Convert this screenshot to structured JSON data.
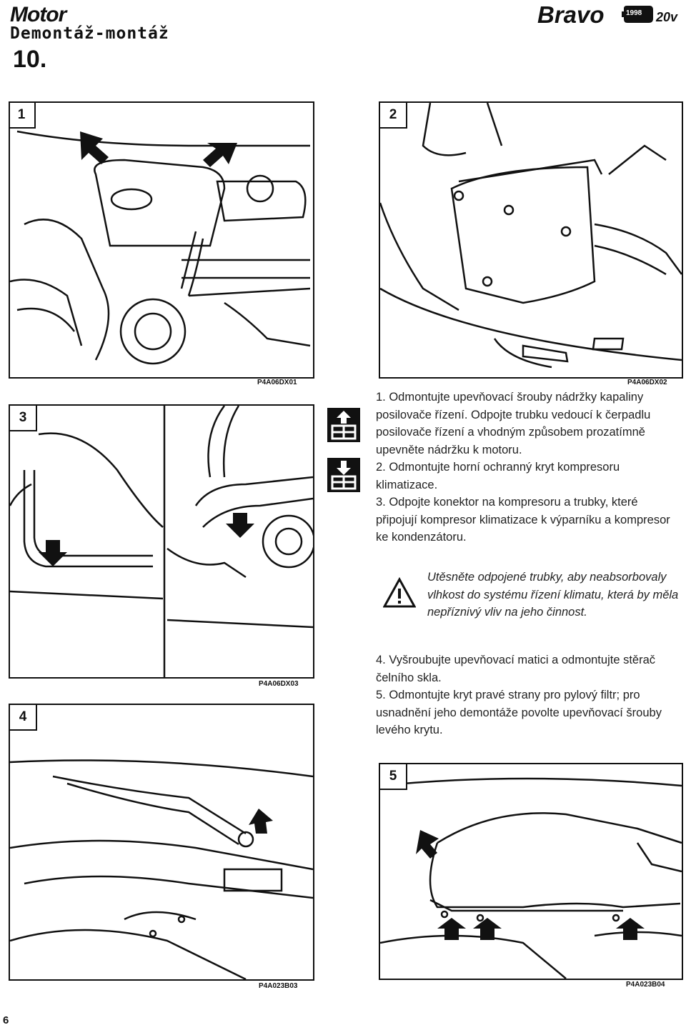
{
  "header": {
    "section": "Motor",
    "subtitle": "Demontáž-montáž",
    "chapter": "10.",
    "model": "Bravo",
    "year": "1998",
    "engine": "20v"
  },
  "figures": [
    {
      "number": "1",
      "code": "P4A06DX01"
    },
    {
      "number": "2",
      "code": "P4A06DX02"
    },
    {
      "number": "3",
      "code": "P4A06DX03"
    },
    {
      "number": "4",
      "code": "P4A023B03"
    },
    {
      "number": "5",
      "code": "P4A023B04"
    }
  ],
  "icons": [
    "removal-icon",
    "refitting-icon",
    "warning-icon"
  ],
  "steps_a": [
    "1. Odmontujte upevňovací šrouby nádržky kapaliny posilovače řízení. Odpojte trubku vedoucí k čerpadlu posilovače řízení a vhodným způsobem prozatímně upevněte nádržku k motoru.",
    "2. Odmontujte horní ochranný kryt kompresoru klimatizace.",
    "3. Odpojte konektor na kompresoru a trubky, které připojují kompresor klimatizace k výparníku a kompresor ke kondenzátoru."
  ],
  "warning": "Utěsněte odpojené trubky, aby neabsorbovaly vlhkost do systému řízení klimatu, která by měla nepříznivý vliv na jeho činnost.",
  "steps_b": [
    "4. Vyšroubujte upevňovací matici a odmontujte stěrač čelního skla.",
    "5. Odmontujte kryt pravé strany pro pylový filtr; pro usnadnění jeho demontáže povolte upevňovací šrouby levého krytu."
  ],
  "page_number": "6"
}
